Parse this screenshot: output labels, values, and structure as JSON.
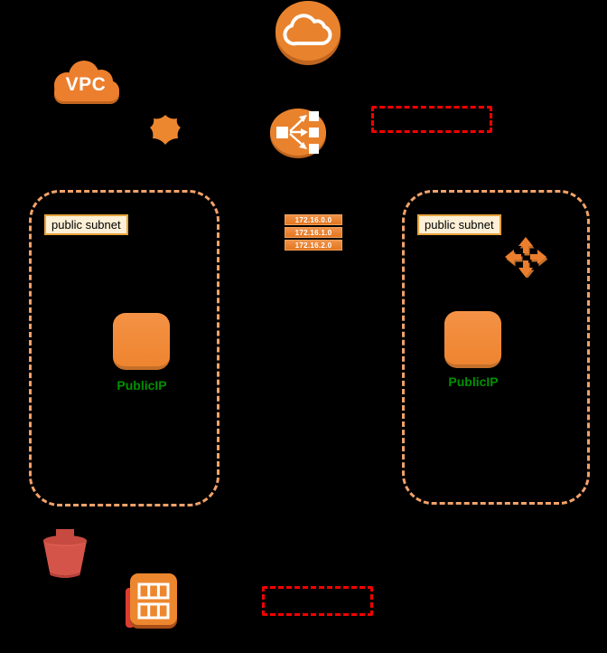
{
  "diagram": {
    "vpc_label": "VPC",
    "subnet_left": {
      "label": "public subnet"
    },
    "subnet_right": {
      "label": "public subnet"
    },
    "route_entries": [
      "172.16.0.0",
      "172.16.1.0",
      "172.16.2.0"
    ],
    "instance_left": {
      "label": "PublicIP"
    },
    "instance_right": {
      "label": "PublicIP"
    },
    "icons": {
      "top_center": "internet-cloud-icon",
      "upper_left": "vpc-cloud-icon",
      "small_badge": "shield-icon",
      "center": "load-balancer-icon",
      "right_subnet": "multi-directional-arrows-icon",
      "bottom_left": "s3-bucket-icon",
      "bottom_center": "route-table-icon"
    },
    "colors": {
      "background": "#000000",
      "aws_orange": "#E8822D",
      "aws_orange_dark": "#C0651F",
      "instance_orange": "#EE8430",
      "subnet_dash": "#F2A269",
      "subnet_label_bg": "#FDF0D6",
      "subnet_label_border": "#E8A33D",
      "callout_red": "#F40000",
      "bucket_red": "#D5544A",
      "ip_green": "#009100",
      "route_entry_bg": "#E4761F"
    }
  }
}
